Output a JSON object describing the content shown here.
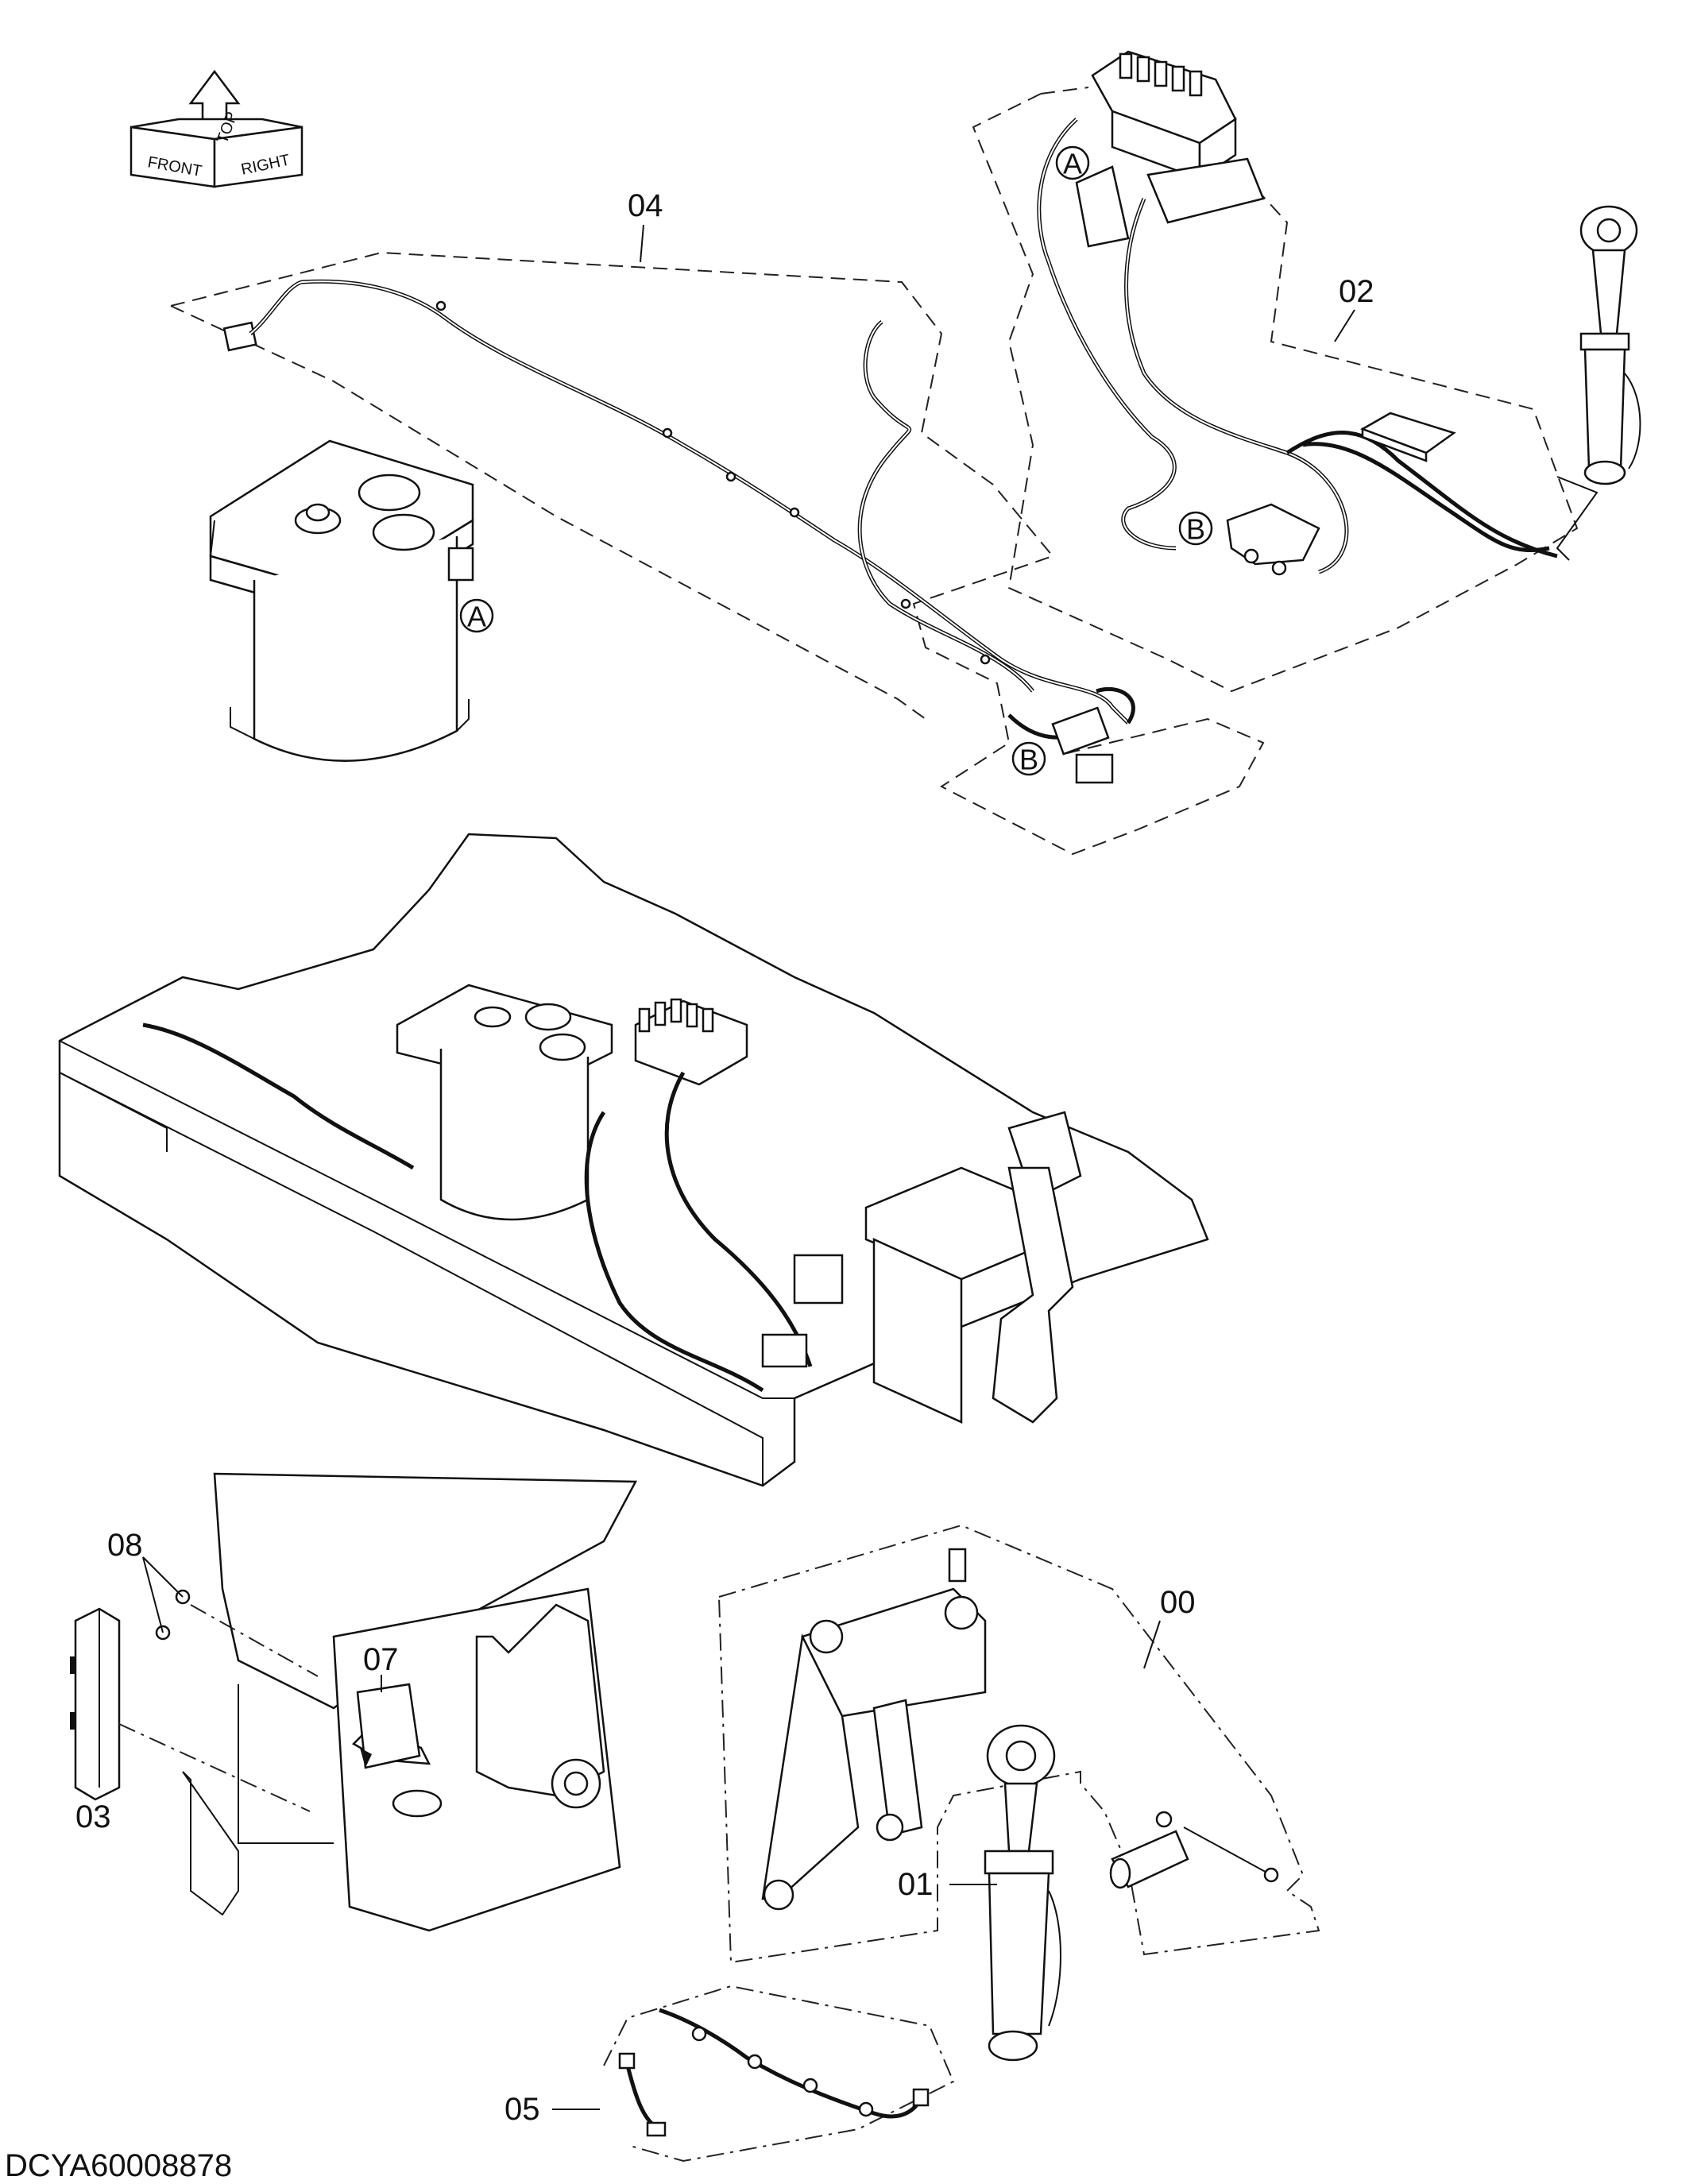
{
  "orientation": {
    "top": "TOP",
    "front": "FRONT",
    "right": "RIGHT"
  },
  "callouts": {
    "c00": "00",
    "c01": "01",
    "c02": "02",
    "c03": "03",
    "c04": "04",
    "c05": "05",
    "c07": "07",
    "c08": "08"
  },
  "connection_markers": {
    "a": "A",
    "b": "B"
  },
  "drawing_code": "DCYA60008878"
}
